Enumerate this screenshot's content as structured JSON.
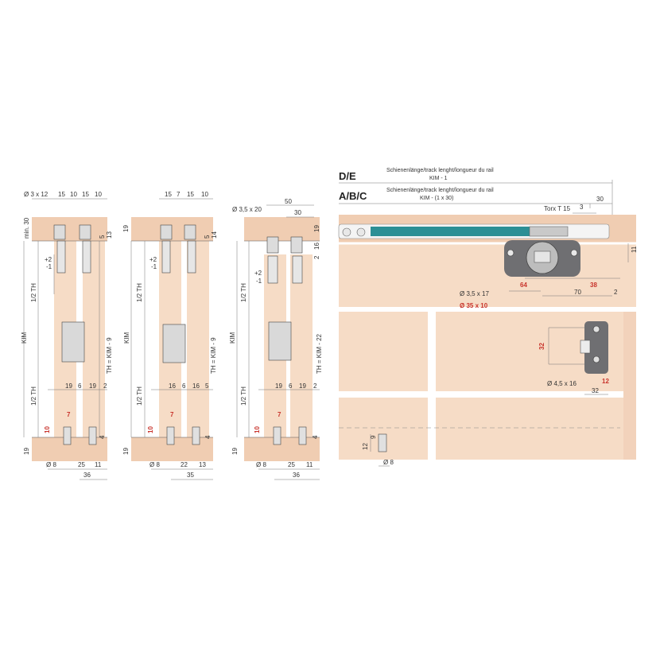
{
  "header": {
    "de": "D/E",
    "abc": "A/B/C",
    "de_note": "Schienenlänge/track lenght/longueur du rail",
    "de_formula": "KIM - 1",
    "abc_note": "Schienenlänge/track lenght/longueur du rail",
    "abc_formula": "KIM - (1 x 30)",
    "dim_30": "30"
  },
  "col1": {
    "d": "Ø 3 x 12",
    "a": "15",
    "b": "10",
    "c": "15",
    "e": "10",
    "top": "min. 30",
    "r5": "5",
    "r13": "13",
    "adj1": "+2",
    "adj2": "-1",
    "half1": "1/2 TH",
    "half2": "1/2 TH",
    "kim": "KIM",
    "th": "TH = KIM - 9",
    "b1": "19",
    "b2": "6",
    "b3": "19",
    "b4": "2",
    "red7": "7",
    "red10": "10",
    "r4": "4",
    "r19": "19",
    "d8": "Ø 8",
    "w25": "25",
    "w11": "11",
    "w36": "36"
  },
  "col2": {
    "a": "15",
    "b": "7",
    "c": "15",
    "e": "10",
    "top": "19",
    "r5": "5",
    "r14": "14",
    "adj1": "+2",
    "adj2": "-1",
    "half1": "1/2 TH",
    "half2": "1/2 TH",
    "kim": "KIM",
    "th": "TH = KIM - 9",
    "b1": "16",
    "b2": "6",
    "b3": "16",
    "b4": "5",
    "red7": "7",
    "red10": "10",
    "r4": "4",
    "r19": "19",
    "d8": "Ø 8",
    "w22": "22",
    "w13": "13",
    "w35": "35"
  },
  "col3": {
    "d": "Ø 3,5 x 20",
    "w50": "50",
    "w30": "30",
    "r19": "19",
    "r16": "16",
    "r2": "2",
    "adj1": "+2",
    "adj2": "-1",
    "half1": "1/2 TH",
    "half2": "1/2 TH",
    "kim": "KIM",
    "th": "TH = KIM - 22",
    "b1": "19",
    "b2": "6",
    "b3": "19",
    "b4": "2",
    "red7": "7",
    "red10": "10",
    "r4": "4",
    "rb19": "19",
    "d8": "Ø 8",
    "w25": "25",
    "w11": "11",
    "w36": "36"
  },
  "right": {
    "torx": "Torx T 15",
    "t3": "3",
    "r11": "11",
    "screw1": "Ø 3,5 x 17",
    "screw2": "Ø 35 x 10",
    "d64": "64",
    "d38": "38",
    "d70": "70",
    "d2": "2",
    "d32": "32",
    "screw3": "Ø 4,5 x 16",
    "d12": "12",
    "d32b": "32",
    "g12": "12",
    "g9": "9",
    "g8": "Ø 8"
  },
  "colors": {
    "panel": "#f6dcc6",
    "teal": "#2b8f95",
    "red": "#c8342c",
    "gray": "#6f6f72"
  }
}
